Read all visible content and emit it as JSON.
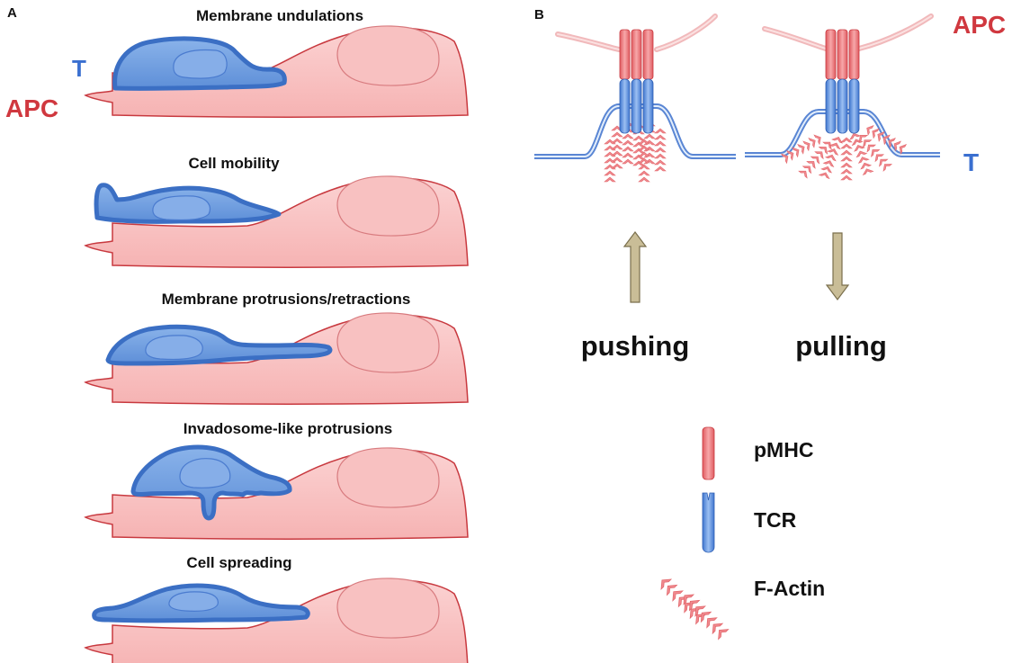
{
  "panel_a": {
    "letter": "A",
    "cell_labels": {
      "t_cell": "T",
      "apc": "APC"
    },
    "rows": [
      {
        "title": "Membrane undulations"
      },
      {
        "title": "Cell mobility"
      },
      {
        "title": "Membrane protrusions/retractions"
      },
      {
        "title": "Invadosome-like protrusions"
      },
      {
        "title": "Cell spreading"
      }
    ]
  },
  "panel_b": {
    "letter": "B",
    "apc_label": "APC",
    "t_label": "T",
    "modes": [
      {
        "label": "pushing",
        "arrow_direction": "up"
      },
      {
        "label": "pulling",
        "arrow_direction": "down"
      }
    ],
    "legend": [
      {
        "label": "pMHC",
        "icon": "pmhc-icon"
      },
      {
        "label": "TCR",
        "icon": "tcr-icon"
      },
      {
        "label": "F-Actin",
        "icon": "f-actin-icon"
      }
    ]
  },
  "colors": {
    "apc_fill": "#f9c3c3",
    "apc_stroke": "#c8393f",
    "t_fill": "#6f9ee0",
    "t_stroke": "#3b6fc4",
    "apc_text": "#d0383f",
    "t_text": "#3a6fd0",
    "arrow_fill": "#c9bd97",
    "arrow_stroke": "#7a6f4d"
  }
}
